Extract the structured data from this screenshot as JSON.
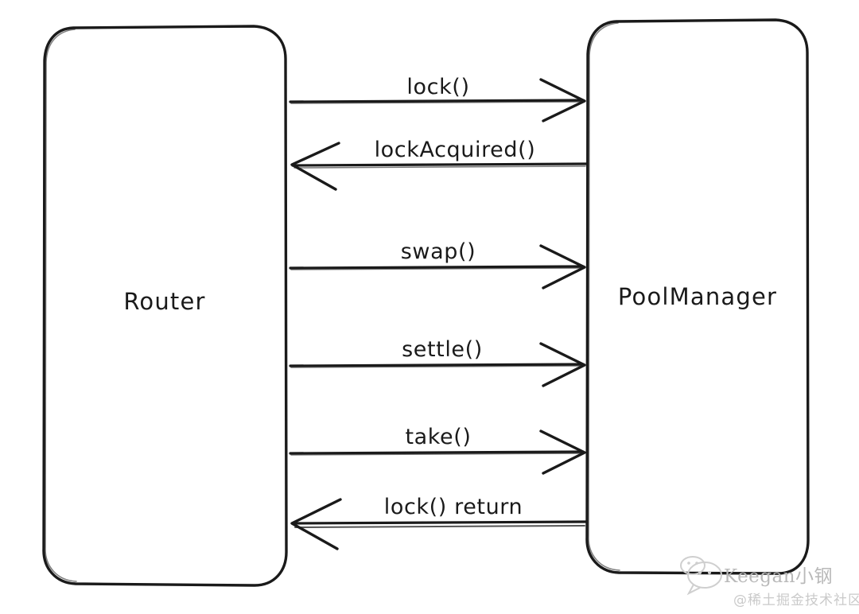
{
  "diagram": {
    "type": "sequence-diagram",
    "style": "hand-drawn",
    "background_color": "#ffffff",
    "stroke_color": "#1a1a1a",
    "participants": [
      {
        "id": "router",
        "label": "Router"
      },
      {
        "id": "poolmanager",
        "label": "PoolManager"
      }
    ],
    "messages": [
      {
        "index": 0,
        "label": "lock()",
        "from": "router",
        "to": "poolmanager",
        "direction": "right"
      },
      {
        "index": 1,
        "label": "lockAcquired()",
        "from": "poolmanager",
        "to": "router",
        "direction": "left"
      },
      {
        "index": 2,
        "label": "swap()",
        "from": "router",
        "to": "poolmanager",
        "direction": "right"
      },
      {
        "index": 3,
        "label": "settle()",
        "from": "router",
        "to": "poolmanager",
        "direction": "right"
      },
      {
        "index": 4,
        "label": "take()",
        "from": "router",
        "to": "poolmanager",
        "direction": "right"
      },
      {
        "index": 5,
        "label": "lock() return",
        "from": "poolmanager",
        "to": "router",
        "direction": "left"
      }
    ]
  },
  "watermark": {
    "icon": "chat-bubble-icon",
    "author": "Keegan小钢",
    "community": "@稀土掘金技术社区"
  }
}
